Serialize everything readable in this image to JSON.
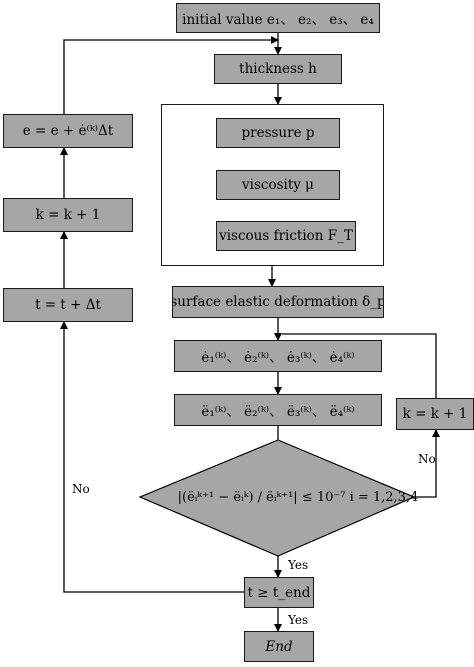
{
  "nodes": {
    "initial": "initial value e₁、 e₂、 e₃、 e₄",
    "thickness": "thickness h",
    "pressure": "pressure p",
    "viscosity": "viscosity μ",
    "friction": "viscous friction F_T",
    "deformation": "surface elastic deformation δ_p",
    "velocities": "ė₁⁽ᵏ⁾、 ė₂⁽ᵏ⁾、 ė₃⁽ᵏ⁾、 ė₄⁽ᵏ⁾",
    "accelerations": "ë₁⁽ᵏ⁾、 ë₂⁽ᵏ⁾、 ë₃⁽ᵏ⁾、 ë₄⁽ᵏ⁾",
    "k_inc_right": "k = k + 1",
    "convergence": "|(ëᵢᵏ⁺¹ − ëᵢᵏ) / ëᵢᵏ⁺¹| ≤ 10⁻⁷   i = 1,2,3,4",
    "time_check": "t ≥ t_end",
    "end": "End",
    "e_update": "e = e + ė⁽ᵏ⁾Δt",
    "k_inc_left": "k = k + 1",
    "t_update": "t = t + Δt"
  },
  "edge_labels": {
    "no_right": "No",
    "no_left": "No",
    "yes_converged": "Yes",
    "yes_end": "Yes"
  }
}
